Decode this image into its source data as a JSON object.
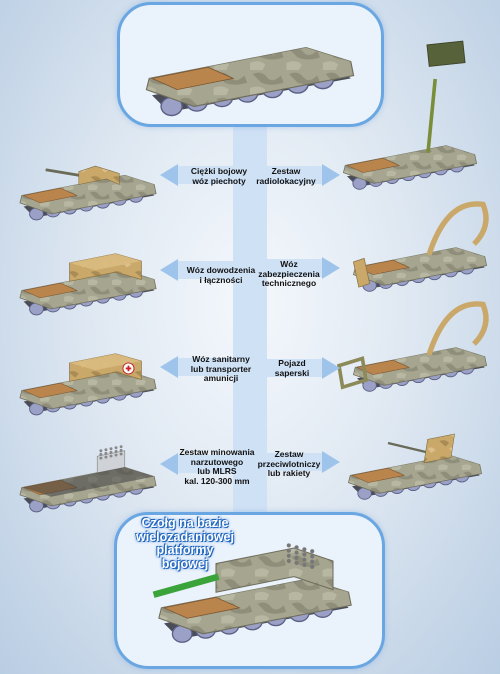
{
  "left_labels": [
    {
      "id": "heavy-ifv",
      "text": "Ciężki bojowy\nwóz piechoty"
    },
    {
      "id": "command",
      "text": "Wóz dowodzenia\ni łączności"
    },
    {
      "id": "medical",
      "text": "Wóz sanitarny\nlub transporter\namunicji"
    },
    {
      "id": "mlrs",
      "text": "Zestaw minowania\nnarzutowego\nlub MLRS\nkal. 120-300 mm"
    }
  ],
  "right_labels": [
    {
      "id": "radar",
      "text": "Zestaw\nradiolokacyjny"
    },
    {
      "id": "engineering",
      "text": "Wóz\nzabezpieczenia\ntechnicznego"
    },
    {
      "id": "sapper",
      "text": "Pojazd\nsaperski"
    },
    {
      "id": "anti-aircraft",
      "text": "Zestaw\nprzeciwlotniczy\nlub rakiety"
    }
  ],
  "platform_title": "Czołg na bazie\nwielozadaniowej\nplatformy\nbojowej",
  "colors": {
    "accent": "#6aa7e2",
    "spine": "#cfe1f5",
    "arrow": "#9fc4ec",
    "camo_gray": "#a6a58f",
    "camo_tan": "#c9a86a",
    "camo_brown": "#b9854c",
    "wheel": "#9aa0c6",
    "title_text": "#ffffff"
  }
}
